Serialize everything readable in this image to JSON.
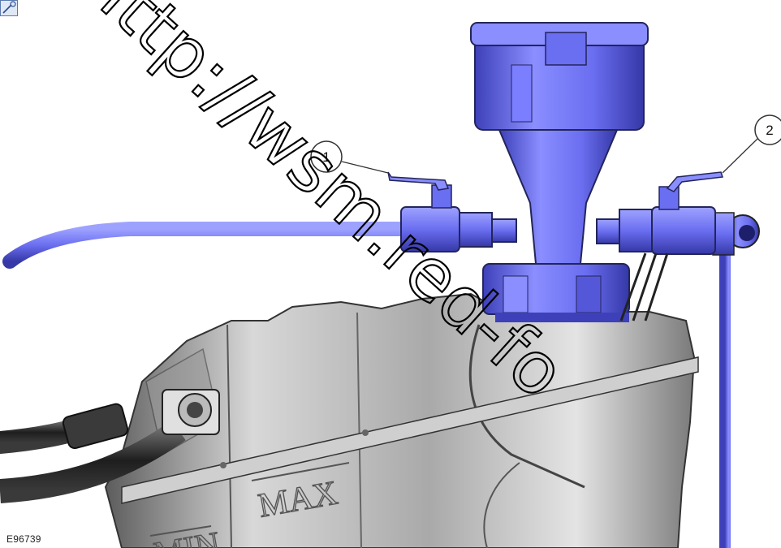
{
  "callouts": [
    {
      "number": "1",
      "target": "valve-left"
    },
    {
      "number": "2",
      "target": "valve-right"
    }
  ],
  "figure_id": "E96739",
  "watermark": "http://wsm.red-fo",
  "tank_markings": {
    "max": "MAX",
    "min": "MIN"
  },
  "colors": {
    "tool": "#6a6ef0",
    "tool_dark": "#3d40b8",
    "tool_light": "#9ea2ff",
    "tank": "#bdbdbd",
    "tank_dark": "#6e6e6e",
    "hose": "#2b2b2b"
  },
  "icons": [
    "reference-icon"
  ]
}
